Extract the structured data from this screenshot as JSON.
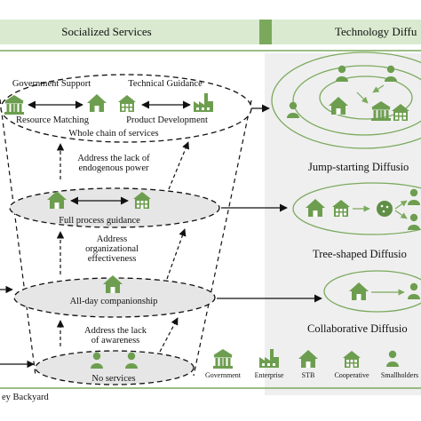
{
  "header": {
    "socialized": "Socialized Services",
    "technology": "Technology Diffu"
  },
  "funnel": {
    "top": {
      "government_support": "Government Support",
      "technical_guidance": "Technical Guidance",
      "resource_matching": "Resource Matching",
      "product_development": "Product Development",
      "whole_chain": "Whole chain of services"
    },
    "arrow1": [
      "Address the lack of",
      "endogenous power"
    ],
    "level2": "Full process guidance",
    "arrow2": [
      "Address",
      "organizational",
      "effectiveness"
    ],
    "level3": "All-day companionship",
    "arrow3": [
      "Address the lack",
      "of awareness"
    ],
    "level4": "No services"
  },
  "diffusion": {
    "jump": "Jump-starting Diffusio",
    "tree": "Tree-shaped Diffusio",
    "collab": "Collaborative Diffusio"
  },
  "legend": [
    "Government",
    "Enterprise",
    "STB",
    "Cooperative",
    "Smallholders"
  ],
  "footer": "ey Backyard",
  "colors": {
    "accent": "#7aa95c",
    "header_bg": "#d9ead0",
    "icon": "#6d9e4f",
    "panel_bg": "#efefef"
  }
}
